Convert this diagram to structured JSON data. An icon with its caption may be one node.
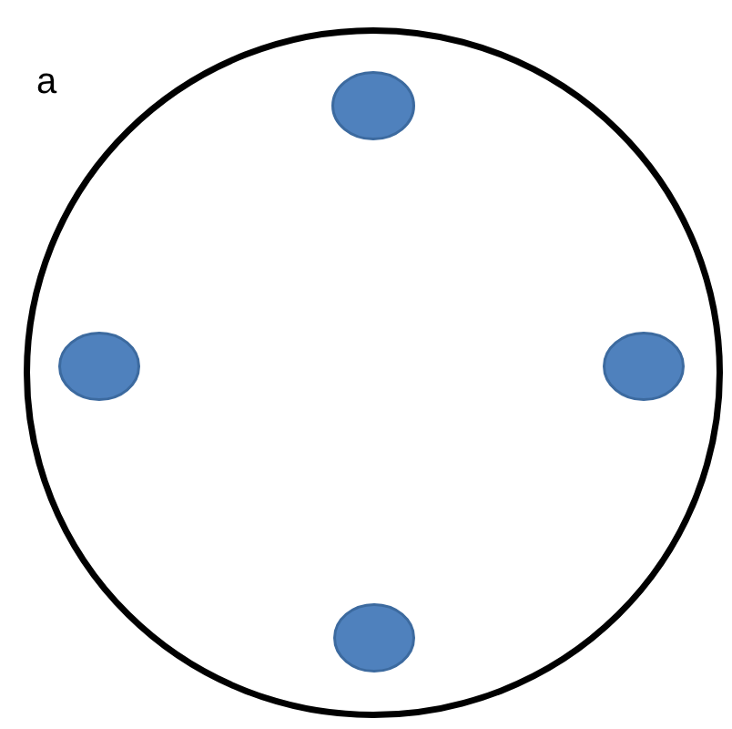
{
  "diagram": {
    "nodes": [
      {
        "text": [],
        "shape": "circle"
      },
      {
        "text": [],
        "shape": "circle",
        "in": 0
      },
      {
        "text": [],
        "shape": "circle",
        "in": 0
      },
      {
        "text": [],
        "shape": "circle",
        "in": 0
      },
      {
        "text": [],
        "shape": "circle",
        "in": 0
      }
    ],
    "labels": [
      "a"
    ]
  }
}
